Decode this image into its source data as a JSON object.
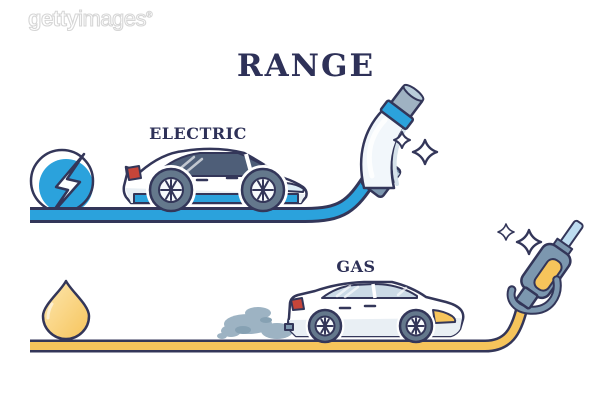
{
  "watermark": {
    "brand_bold": "getty",
    "brand_light": "images",
    "registered": "®"
  },
  "title": "RANGE",
  "sections": {
    "electric": {
      "label": "ELECTRIC",
      "icon": "lightning-bolt-circle-icon",
      "endpoint_icon": "ev-charging-plug-icon",
      "road_color_name": "blue"
    },
    "gas": {
      "label": "GAS",
      "icon": "fuel-drop-icon",
      "endpoint_icon": "fuel-pump-nozzle-icon",
      "road_color_name": "yellow",
      "exhaust_icon": "exhaust-smoke-icon"
    }
  },
  "decorations": {
    "sparkles": "sparkle-icon"
  },
  "colors": {
    "navy": "#333659",
    "title": "#2e3158",
    "blue": "#2ba2dc",
    "light-blue": "#bddcf0",
    "pale-blue": "#dcedf7",
    "steel": "#7c97af",
    "light-steel": "#b9cdda",
    "gray-tip": "#9fb2c2",
    "plug-body": "#f2f7fb",
    "yellow": "#f6c45b",
    "light-yellow": "#fde7b0",
    "red": "#c64539",
    "smoke": "#9db3c3",
    "smoke-dark": "#86a1b3",
    "window-dark": "#4e5e78",
    "window-light": "#cbdae6",
    "body-shade": "#e9eff4",
    "tire": "#64788c"
  }
}
